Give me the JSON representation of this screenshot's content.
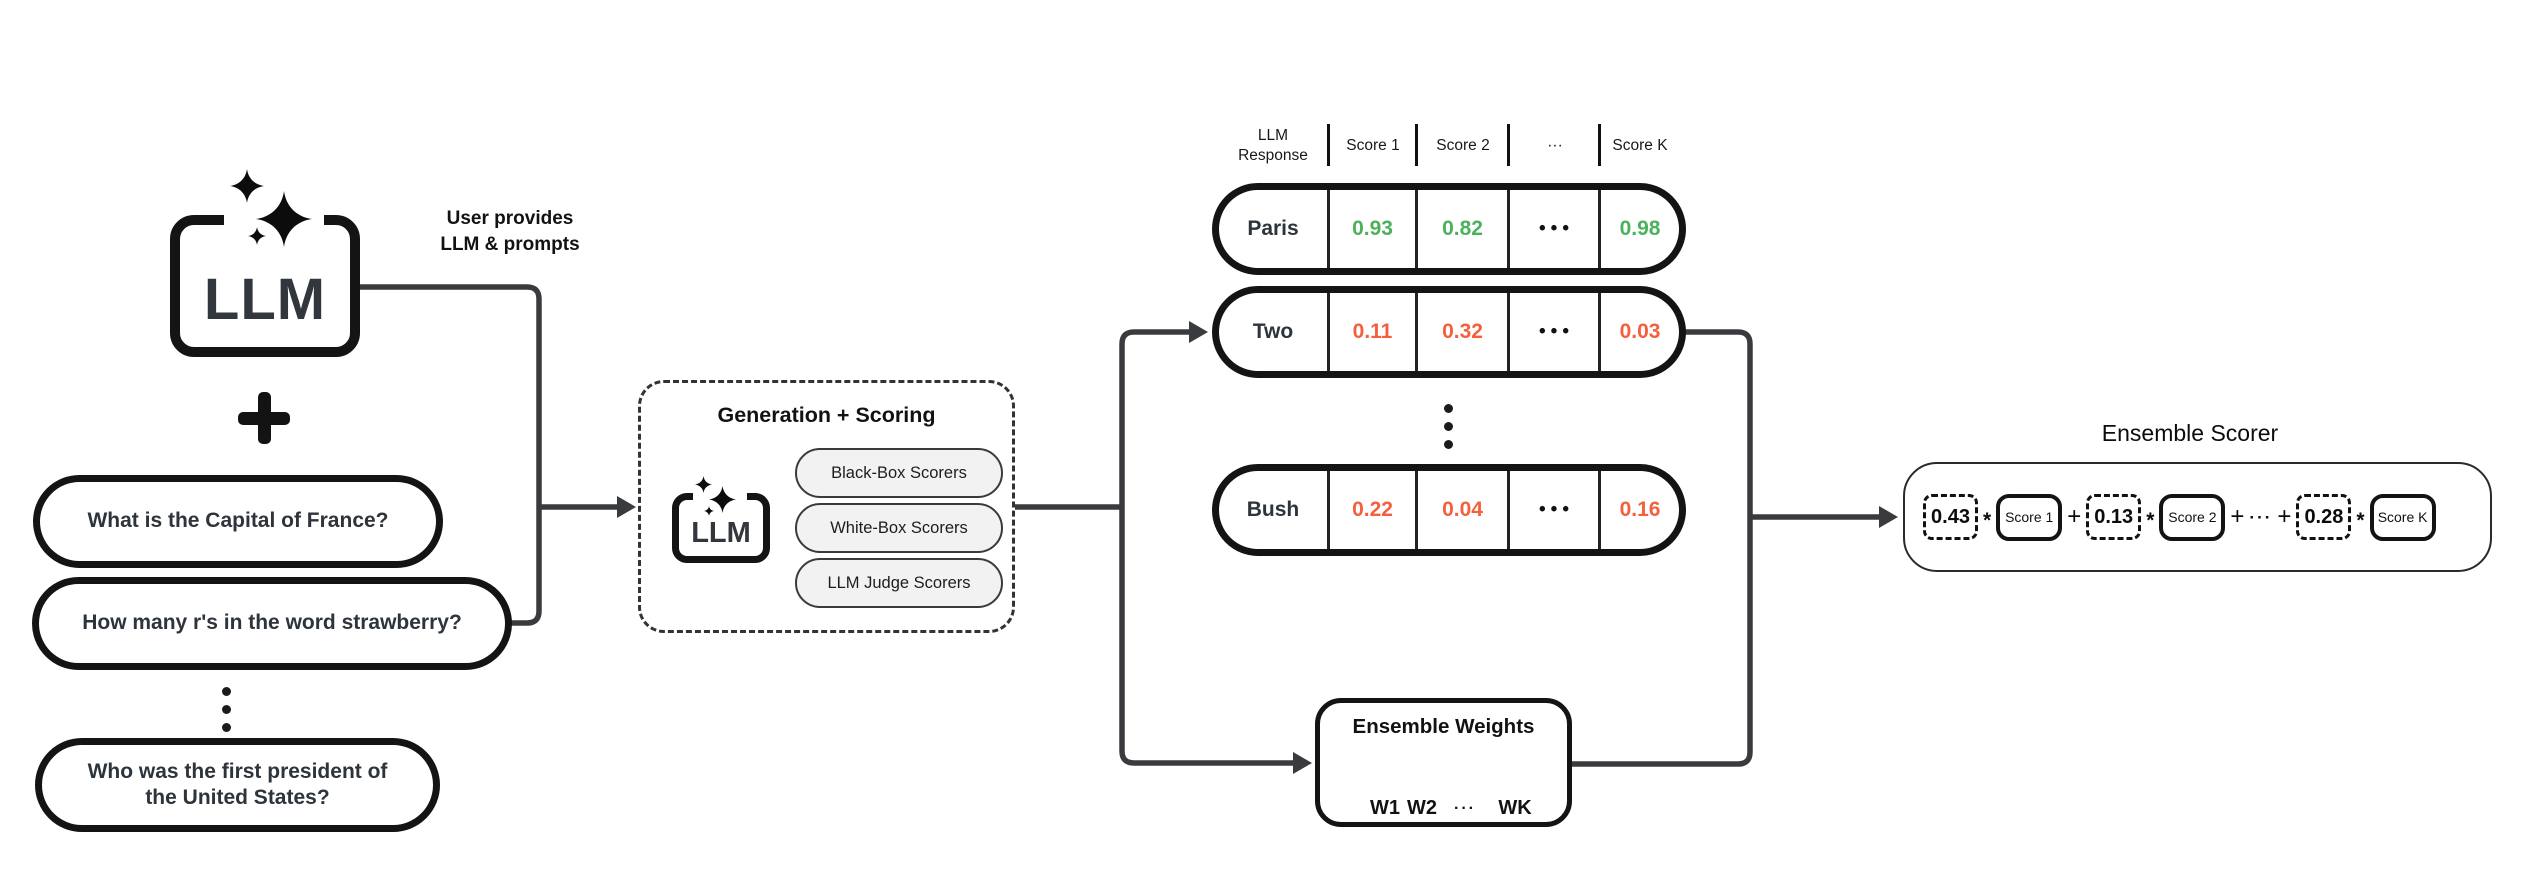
{
  "palette": {
    "ink": "#141414",
    "connector": "#3a3b3e",
    "positive_green": "#4cb15b",
    "negative_red": "#f4603e",
    "scorer_pill_fill": "#f2f2f3"
  },
  "llm_main": {
    "label": "LLM"
  },
  "user_note": {
    "line1": "User provides",
    "line2": "LLM & prompts"
  },
  "prompts": {
    "p1": "What is the Capital of France?",
    "p2": "How many r's in the word strawberry?",
    "p3": "Who was the first president of the United States?"
  },
  "generation": {
    "title": "Generation + Scoring",
    "llm_label": "LLM",
    "scorer1": "Black-Box Scorers",
    "scorer2": "White-Box Scorers",
    "scorer3": "LLM Judge Scorers"
  },
  "table": {
    "header": {
      "response": "LLM Response",
      "s1": "Score 1",
      "s2": "Score 2",
      "dots": "···",
      "sk": "Score K"
    },
    "row1": {
      "name": "Paris",
      "v1": "0.93",
      "v2": "0.82",
      "dots": "•••",
      "vk": "0.98",
      "sentiment": "positive"
    },
    "row2": {
      "name": "Two",
      "v1": "0.11",
      "v2": "0.32",
      "dots": "•••",
      "vk": "0.03",
      "sentiment": "negative"
    },
    "row3": {
      "name": "Bush",
      "v1": "0.22",
      "v2": "0.04",
      "dots": "•••",
      "vk": "0.16",
      "sentiment": "negative"
    }
  },
  "weights_box": {
    "title": "Ensemble Weights",
    "w1": "W1",
    "w2": "W2",
    "dots": "···",
    "wk": "WK"
  },
  "ensemble_scorer": {
    "title": "Ensemble Scorer",
    "w1": "0.43",
    "s1": "Score 1",
    "w2": "0.13",
    "s2": "Score 2",
    "w3": "0.28",
    "sk": "Score K",
    "times": "*",
    "plus": "+",
    "dots": "···"
  }
}
